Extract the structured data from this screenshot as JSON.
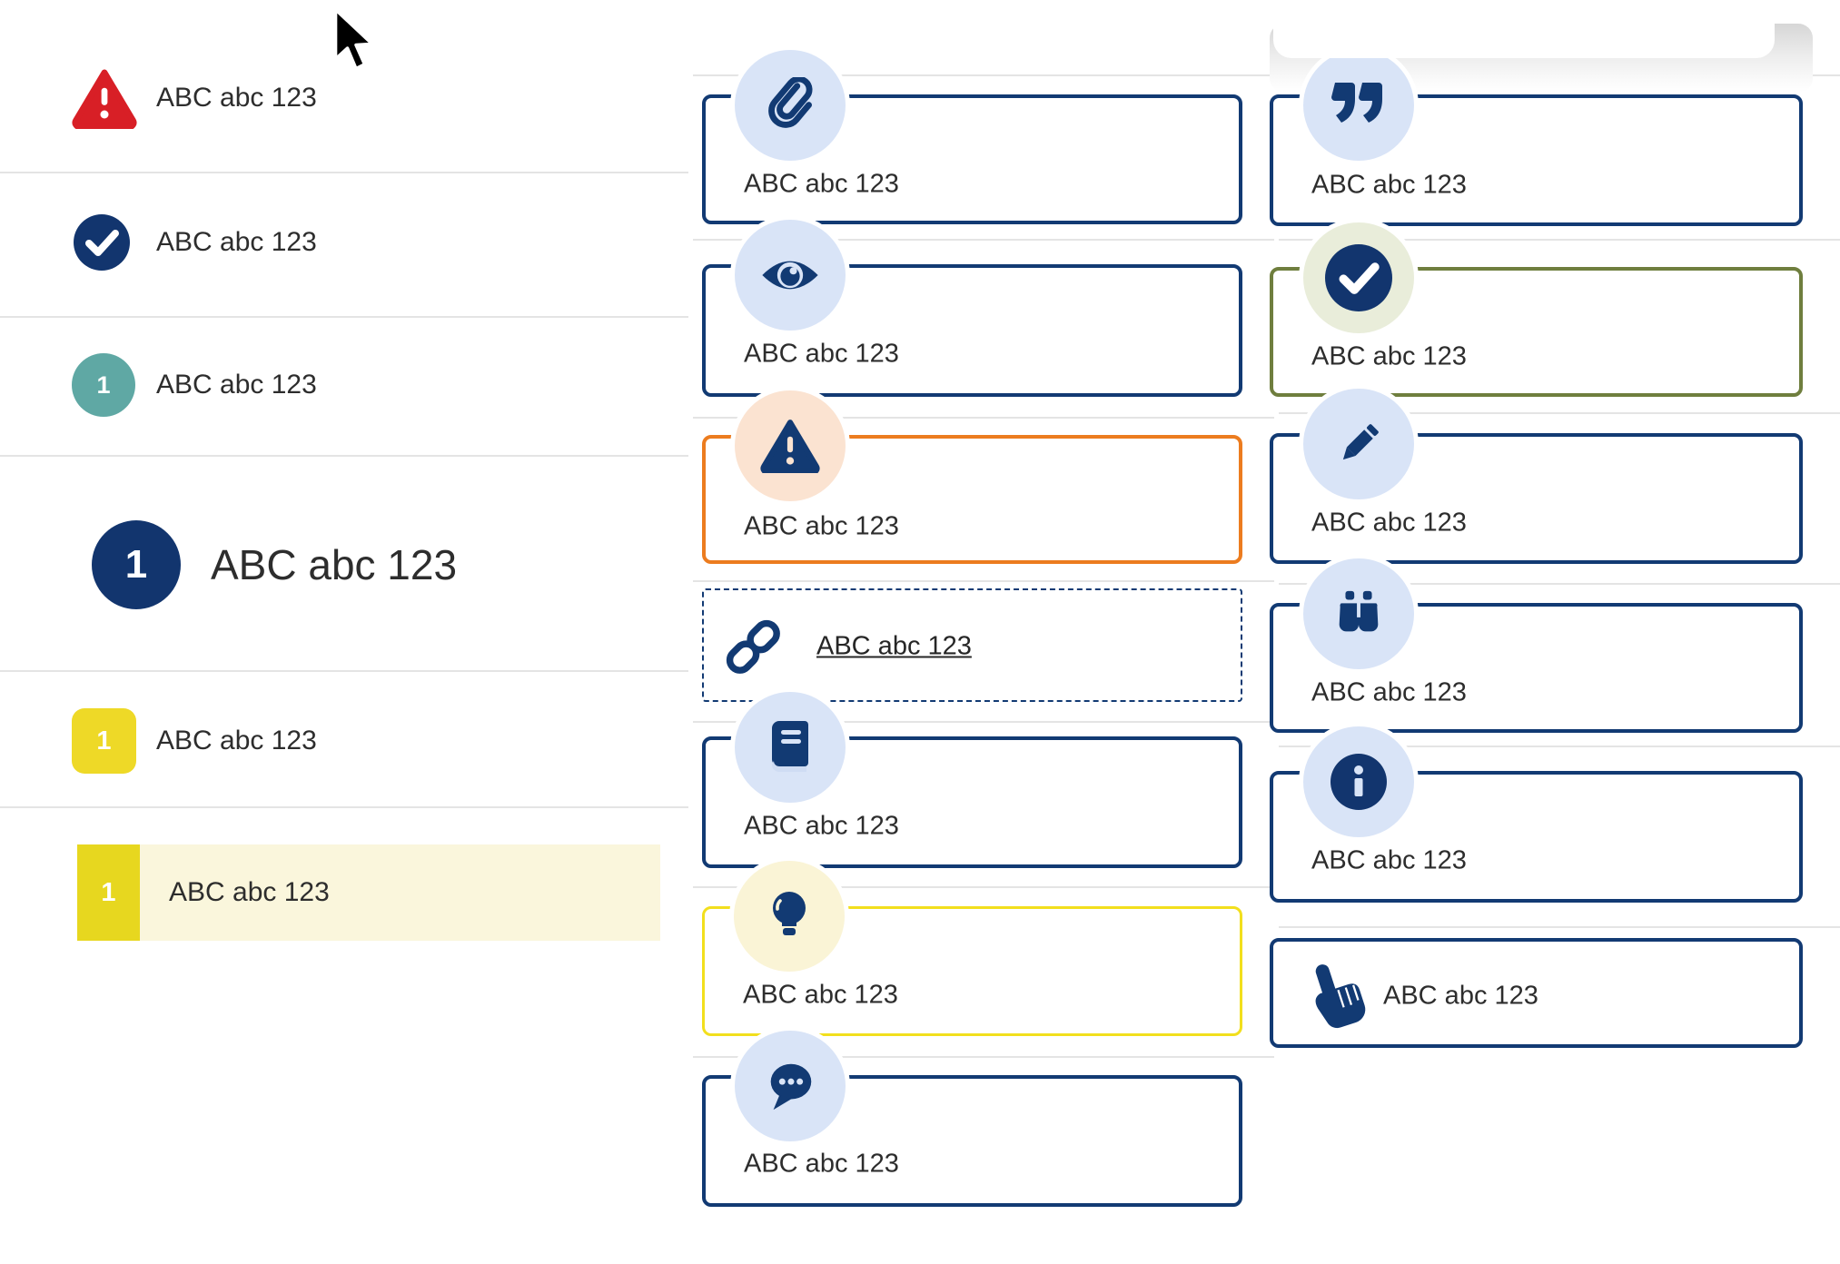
{
  "colors": {
    "navy": "#123a73",
    "navy_dark": "#12356e",
    "red": "#d81f26",
    "teal": "#5fa8a4",
    "yellow_badge": "#eed927",
    "yellow_bar": "#e7d71f",
    "yellow_row_bg": "#faf6dc",
    "yellow_border": "#f2df1d",
    "orange_border": "#ec7c1f",
    "olive_border": "#6f7e3e",
    "badge_blue_bg": "#d9e4f7",
    "badge_peach_bg": "#fbe3d1",
    "badge_paleyellow_bg": "#faf4d6",
    "badge_sage_bg": "#e9edda",
    "divider": "#e4e4e4",
    "text": "#2d2d2d"
  },
  "left_list": {
    "items": [
      {
        "icon": "warning-triangle-red",
        "label": "ABC abc 123"
      },
      {
        "icon": "check-circle-navy",
        "label": "ABC abc 123"
      },
      {
        "icon": "step-badge-teal",
        "number": "1",
        "label": "ABC abc 123"
      },
      {
        "icon": "step-badge-navy-large",
        "number": "1",
        "label": "ABC abc 123"
      },
      {
        "icon": "step-badge-yellow",
        "number": "1",
        "label": "ABC abc 123"
      },
      {
        "icon": "step-badge-yellow-selected",
        "number": "1",
        "label": "ABC abc 123"
      }
    ]
  },
  "middle_callouts": {
    "items": [
      {
        "icon": "paperclip",
        "style": "navy-solid",
        "label": "ABC abc 123"
      },
      {
        "icon": "eye",
        "style": "navy-solid",
        "label": "ABC abc 123"
      },
      {
        "icon": "warning-triangle",
        "style": "orange-solid",
        "label": "ABC abc 123"
      },
      {
        "icon": "link-chain",
        "style": "navy-dashed-link",
        "label": "ABC abc 123"
      },
      {
        "icon": "book",
        "style": "navy-solid",
        "label": "ABC abc 123"
      },
      {
        "icon": "lightbulb",
        "style": "yellow-solid",
        "label": "ABC abc 123"
      },
      {
        "icon": "chat-bubble",
        "style": "navy-solid",
        "label": "ABC abc 123"
      }
    ]
  },
  "right_callouts": {
    "items": [
      {
        "icon": "quote",
        "style": "navy-solid",
        "label": "ABC abc 123"
      },
      {
        "icon": "check-circle",
        "style": "olive-solid",
        "label": "ABC abc 123"
      },
      {
        "icon": "pencil",
        "style": "navy-solid",
        "label": "ABC abc 123"
      },
      {
        "icon": "binoculars",
        "style": "navy-solid",
        "label": "ABC abc 123"
      },
      {
        "icon": "info-circle",
        "style": "navy-solid",
        "label": "ABC abc 123"
      },
      {
        "icon": "hand-pointer",
        "style": "navy-solid-inline",
        "label": "ABC abc 123"
      }
    ]
  }
}
